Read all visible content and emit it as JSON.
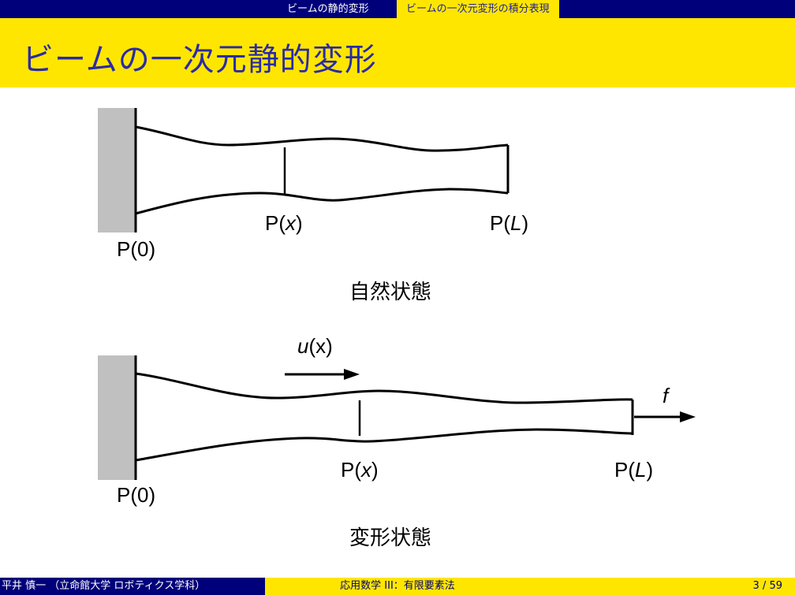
{
  "nav": {
    "section1": "ビームの静的変形",
    "section2": "ビームの一次元変形の積分表現"
  },
  "slide": {
    "title": "ビームの一次元静的変形"
  },
  "figure1": {
    "label_p0": "P(0)",
    "label_px_prefix": "P(",
    "label_px_var": "x",
    "label_px_suffix": ")",
    "label_pl_prefix": "P(",
    "label_pl_var": "L",
    "label_pl_suffix": ")",
    "caption": "自然状態"
  },
  "figure2": {
    "label_u_var": "u",
    "label_u_rest": "(x)",
    "label_f": "f",
    "label_p0": "P(0)",
    "label_px_prefix": "P(",
    "label_px_var": "x",
    "label_px_suffix": ")",
    "label_pl_prefix": "P(",
    "label_pl_var": "L",
    "label_pl_suffix": ")",
    "caption": "変形状態"
  },
  "footer": {
    "author": "平井 慎一 （立命館大学 ロボティクス学科）",
    "course": "応用数学 III：有限要素法",
    "page": "3 / 59"
  },
  "colors": {
    "navy": "#00007a",
    "yellow": "#ffe600",
    "title_blue": "#2a2aa8",
    "wall_gray": "#c0c0c0"
  }
}
